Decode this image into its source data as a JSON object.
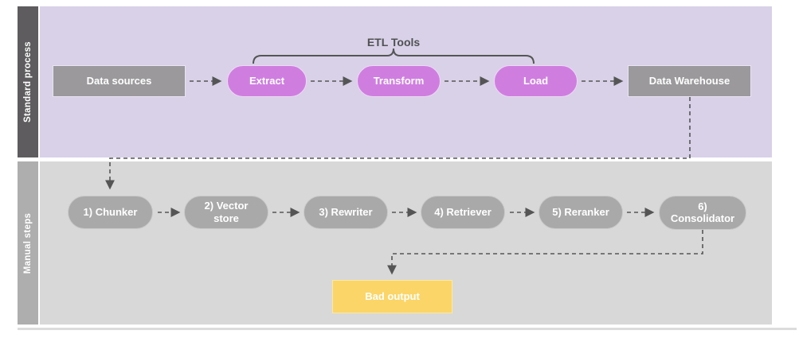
{
  "lanes": {
    "standard": {
      "label": "Standard process"
    },
    "manual": {
      "label": "Manual steps"
    }
  },
  "standard_nodes": {
    "data_sources": "Data sources",
    "extract": "Extract",
    "transform": "Transform",
    "load": "Load",
    "data_warehouse": "Data Warehouse"
  },
  "etl_brace_label": "ETL Tools",
  "manual_nodes": {
    "chunker": "1) Chunker",
    "vector_store": "2) Vector\nstore",
    "rewriter": "3) Rewriter",
    "retriever": "4) Retriever",
    "reranker": "5) Reranker",
    "consolidator": "6)\nConsolidator"
  },
  "output_node": "Bad output",
  "colors": {
    "lane_standard_bg": "#d8d1e7",
    "lane_standard_label_bg": "#5e5c5e",
    "lane_manual_bg": "#d8d8d8",
    "lane_manual_label_bg": "#aeaeae",
    "gray_node_fill": "#9b999c",
    "purple_node_fill": "#cf7ee0",
    "gray_pill_fill": "#a9a9a9",
    "yellow_node_fill": "#fbd567",
    "connector_color": "#555555",
    "node_text": "#ffffff"
  }
}
